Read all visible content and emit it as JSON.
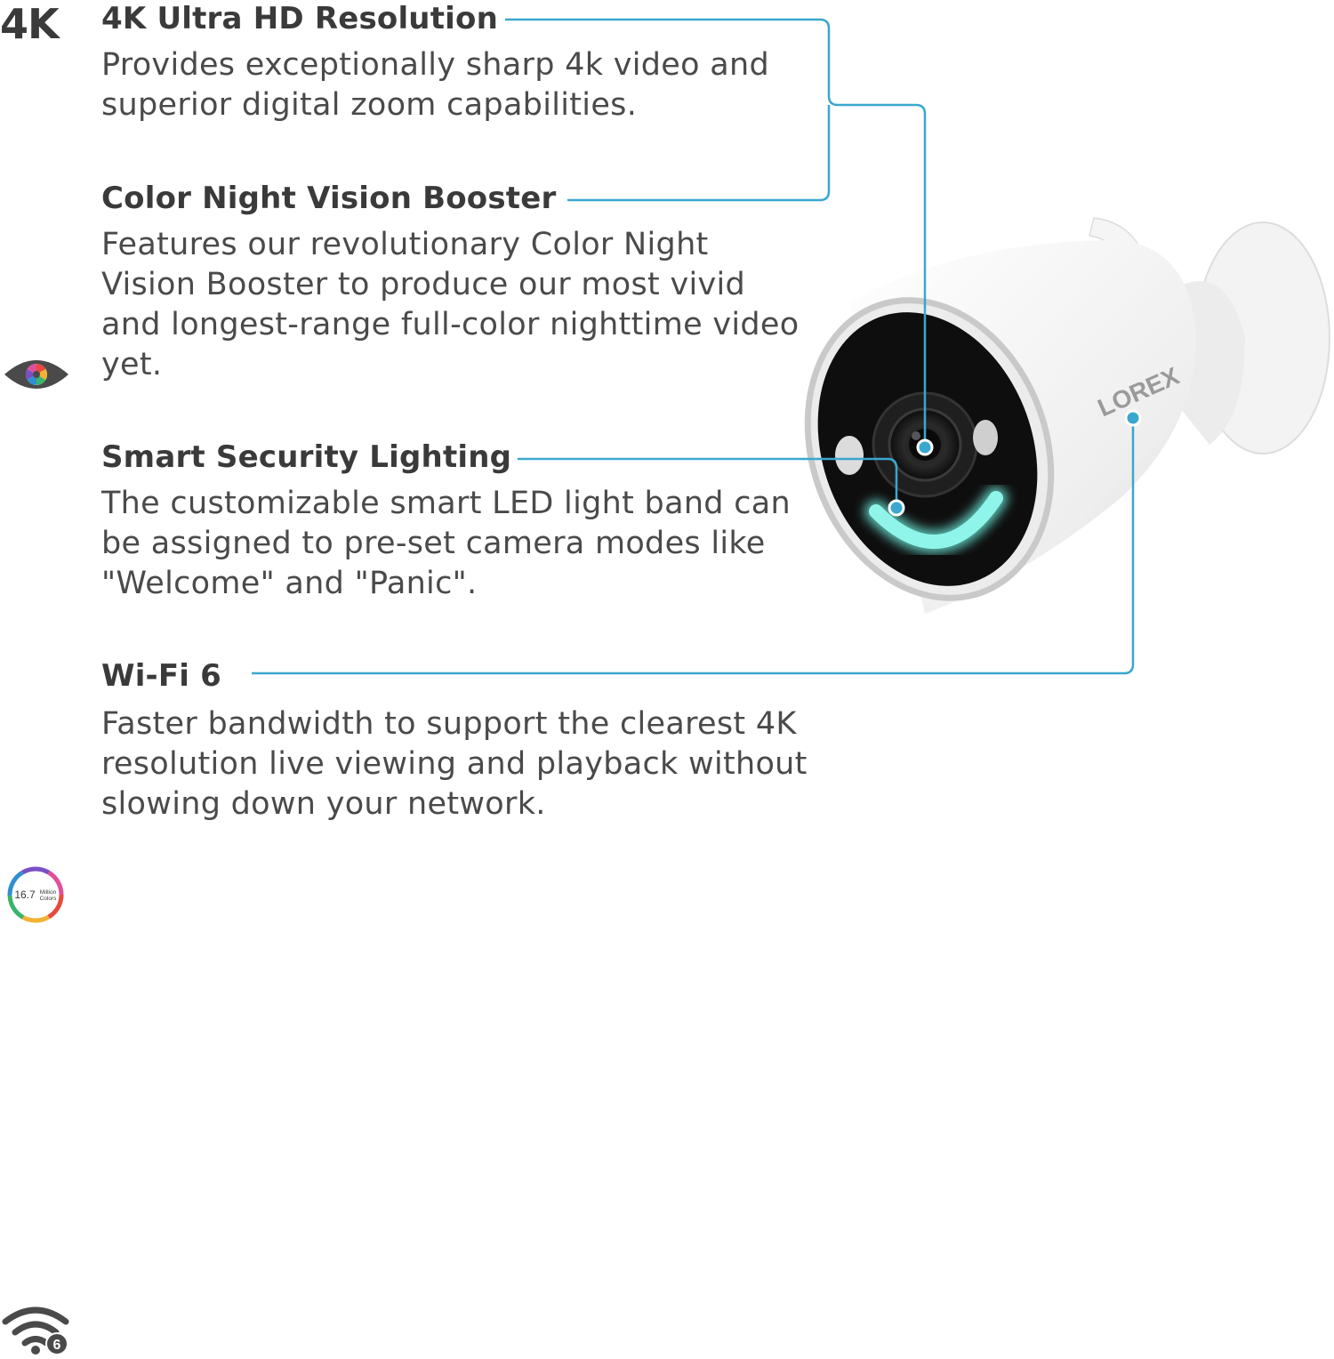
{
  "features": [
    {
      "badge": "4K",
      "title": "4K Ultra HD Resolution",
      "description": "Provides exceptionally sharp 4k video and superior digital zoom capabilities."
    },
    {
      "icon": "color-eye-icon",
      "title": "Color Night Vision Booster",
      "description": "Features our revolutionary Color Night Vision Booster to produce our most vivid and longest-range full-color nighttime video yet."
    },
    {
      "icon": "color-wheel-icon",
      "icon_value": "16.7",
      "icon_caption_1": "Million",
      "icon_caption_2": "Colors",
      "title": "Smart Security Lighting",
      "description": "The customizable smart LED light band can be assigned to pre-set camera modes like \"Welcome\" and \"Panic\"."
    },
    {
      "icon": "wifi-6-icon",
      "icon_badge": "6",
      "title": "Wi-Fi 6",
      "description": "Faster bandwidth to support the clearest 4K resolution live viewing and playback without slowing down your network."
    }
  ],
  "product": {
    "brand": "LOREX"
  },
  "colors": {
    "callout_line": "#3aa7cf",
    "text": "#3b3b3b",
    "led_band": "#6ff0e0"
  }
}
